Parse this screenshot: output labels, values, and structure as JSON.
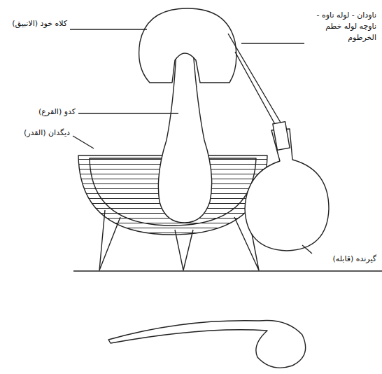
{
  "diagram": {
    "labels": [
      "کلاه خود (الانبیق)",
      "ناودان - لوله ناوه - ناوچه لوله خطم الخرطوم",
      "کدو (القرع)",
      "دیگدان (القدر)",
      "گیرنده (قابله)"
    ]
  }
}
